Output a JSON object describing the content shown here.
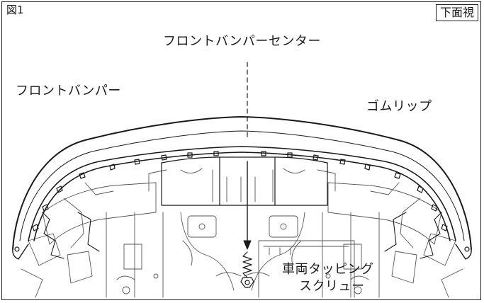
{
  "figure_label": "図1",
  "view_label": "下面視",
  "labels": {
    "front_bumper_center": "フロントバンパーセンター",
    "front_bumper": "フロントバンパー",
    "rubber_lip": "ゴムリップ",
    "tapping_screw_line1": "車両タッピング",
    "tapping_screw_line2": "スクリュー"
  },
  "colors": {
    "line": "#1a1a1a",
    "light_line": "#555555",
    "background": "#ffffff"
  }
}
